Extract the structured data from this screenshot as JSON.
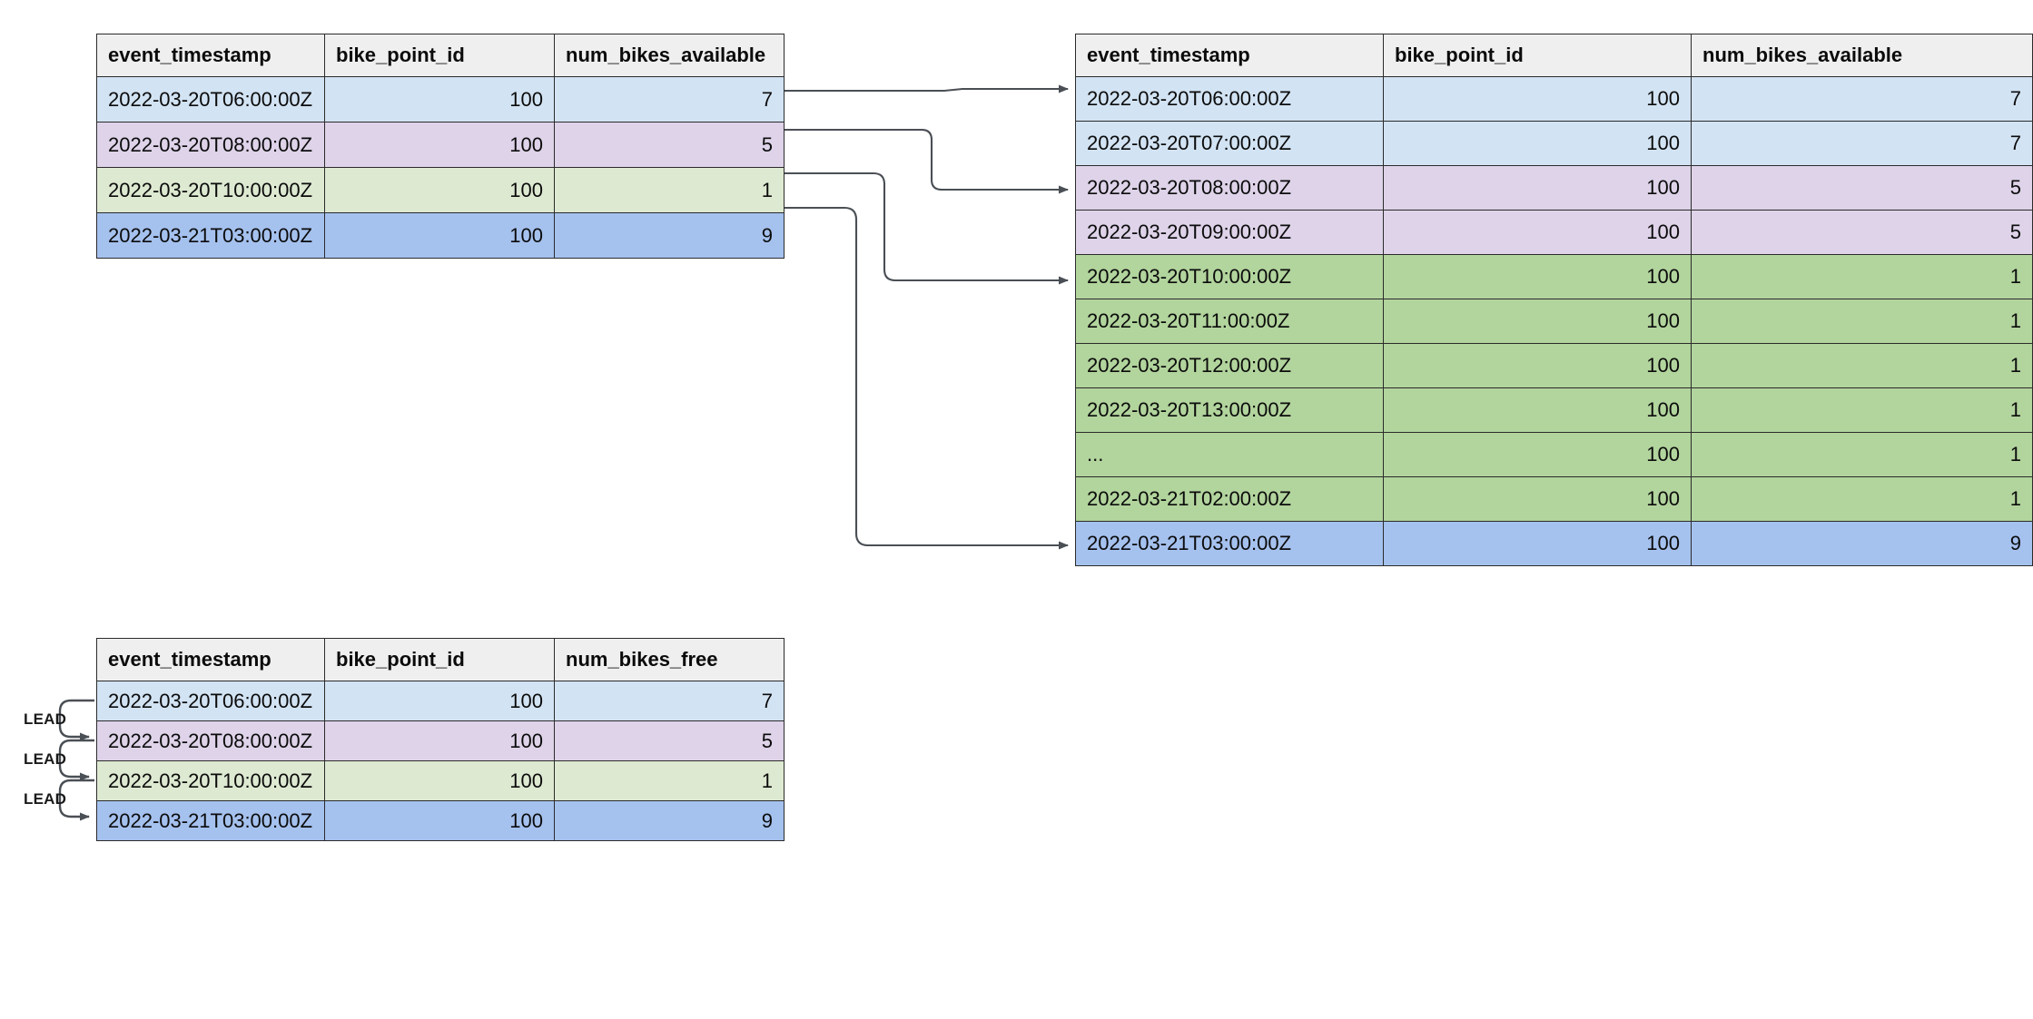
{
  "diagram": {
    "title_text": "",
    "colors": {
      "blue": "#d2e3f3",
      "purple": "#ded3e9",
      "green_light": "#dde9d1",
      "green_strong": "#b2d49d",
      "navy": "#a5c1ee",
      "header_bg": "#efefef",
      "border": "#2b2b2b",
      "wire": "#4a4f55"
    }
  },
  "source_table": {
    "name": "source-table",
    "columns": [
      "event_timestamp",
      "bike_point_id",
      "num_bikes_available"
    ],
    "rows": [
      {
        "event_timestamp": "2022-03-20T06:00:00Z",
        "bike_point_id": "100",
        "num_bikes_available": "7",
        "tint": "t-blue"
      },
      {
        "event_timestamp": "2022-03-20T08:00:00Z",
        "bike_point_id": "100",
        "num_bikes_available": "5",
        "tint": "t-purple"
      },
      {
        "event_timestamp": "2022-03-20T10:00:00Z",
        "bike_point_id": "100",
        "num_bikes_available": "1",
        "tint": "t-green"
      },
      {
        "event_timestamp": "2022-03-21T03:00:00Z",
        "bike_point_id": "100",
        "num_bikes_available": "9",
        "tint": "t-navy"
      }
    ]
  },
  "expanded_table": {
    "name": "expanded-table",
    "columns": [
      "event_timestamp",
      "bike_point_id",
      "num_bikes_available"
    ],
    "rows": [
      {
        "event_timestamp": "2022-03-20T06:00:00Z",
        "bike_point_id": "100",
        "num_bikes_available": "7",
        "tint": "t-blue"
      },
      {
        "event_timestamp": "2022-03-20T07:00:00Z",
        "bike_point_id": "100",
        "num_bikes_available": "7",
        "tint": "t-blue"
      },
      {
        "event_timestamp": "2022-03-20T08:00:00Z",
        "bike_point_id": "100",
        "num_bikes_available": "5",
        "tint": "t-purple"
      },
      {
        "event_timestamp": "2022-03-20T09:00:00Z",
        "bike_point_id": "100",
        "num_bikes_available": "5",
        "tint": "t-purple"
      },
      {
        "event_timestamp": "2022-03-20T10:00:00Z",
        "bike_point_id": "100",
        "num_bikes_available": "1",
        "tint": "t-green2"
      },
      {
        "event_timestamp": "2022-03-20T11:00:00Z",
        "bike_point_id": "100",
        "num_bikes_available": "1",
        "tint": "t-green2"
      },
      {
        "event_timestamp": "2022-03-20T12:00:00Z",
        "bike_point_id": "100",
        "num_bikes_available": "1",
        "tint": "t-green2"
      },
      {
        "event_timestamp": "2022-03-20T13:00:00Z",
        "bike_point_id": "100",
        "num_bikes_available": "1",
        "tint": "t-green2"
      },
      {
        "event_timestamp": "...",
        "bike_point_id": "100",
        "num_bikes_available": "1",
        "tint": "t-green2"
      },
      {
        "event_timestamp": "2022-03-21T02:00:00Z",
        "bike_point_id": "100",
        "num_bikes_available": "1",
        "tint": "t-green2"
      },
      {
        "event_timestamp": "2022-03-21T03:00:00Z",
        "bike_point_id": "100",
        "num_bikes_available": "9",
        "tint": "t-navy"
      }
    ]
  },
  "lead_table": {
    "name": "lead-table",
    "columns": [
      "event_timestamp",
      "bike_point_id",
      "num_bikes_free"
    ],
    "rows": [
      {
        "event_timestamp": "2022-03-20T06:00:00Z",
        "bike_point_id": "100",
        "num_bikes_free": "7",
        "tint": "t-blue"
      },
      {
        "event_timestamp": "2022-03-20T08:00:00Z",
        "bike_point_id": "100",
        "num_bikes_free": "5",
        "tint": "t-purple"
      },
      {
        "event_timestamp": "2022-03-20T10:00:00Z",
        "bike_point_id": "100",
        "num_bikes_free": "1",
        "tint": "t-green"
      },
      {
        "event_timestamp": "2022-03-21T03:00:00Z",
        "bike_point_id": "100",
        "num_bikes_free": "9",
        "tint": "t-navy"
      }
    ],
    "lead_labels": [
      "LEAD",
      "LEAD",
      "LEAD"
    ]
  }
}
